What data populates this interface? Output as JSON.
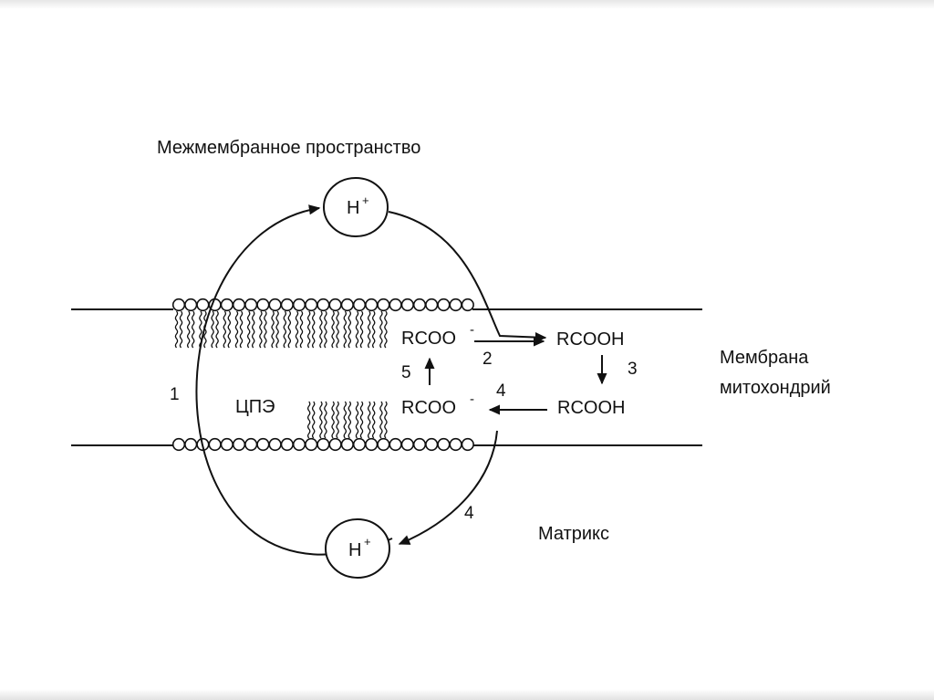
{
  "colors": {
    "stroke": "#111111",
    "background": "#ffffff"
  },
  "labels": {
    "intermembrane_space": "Межмембранное пространство",
    "membrane_line1": "Мембрана",
    "membrane_line2": "митохондрий",
    "matrix": "Матрикс",
    "etc": "ЦПЭ"
  },
  "ions": {
    "top_h": "H",
    "top_charge": "+",
    "bottom_h": "H",
    "bottom_charge": "+"
  },
  "species": {
    "anion_top": "RCOO",
    "anion_top_charge": "-",
    "acid_top": "RCOOH",
    "anion_bottom": "RCOO",
    "anion_bottom_charge": "-",
    "acid_bottom": "RCOOH"
  },
  "steps": {
    "step1": "1",
    "step2": "2",
    "step3": "3",
    "step4_membrane": "4",
    "step4_matrix": "4",
    "step5": "5"
  }
}
